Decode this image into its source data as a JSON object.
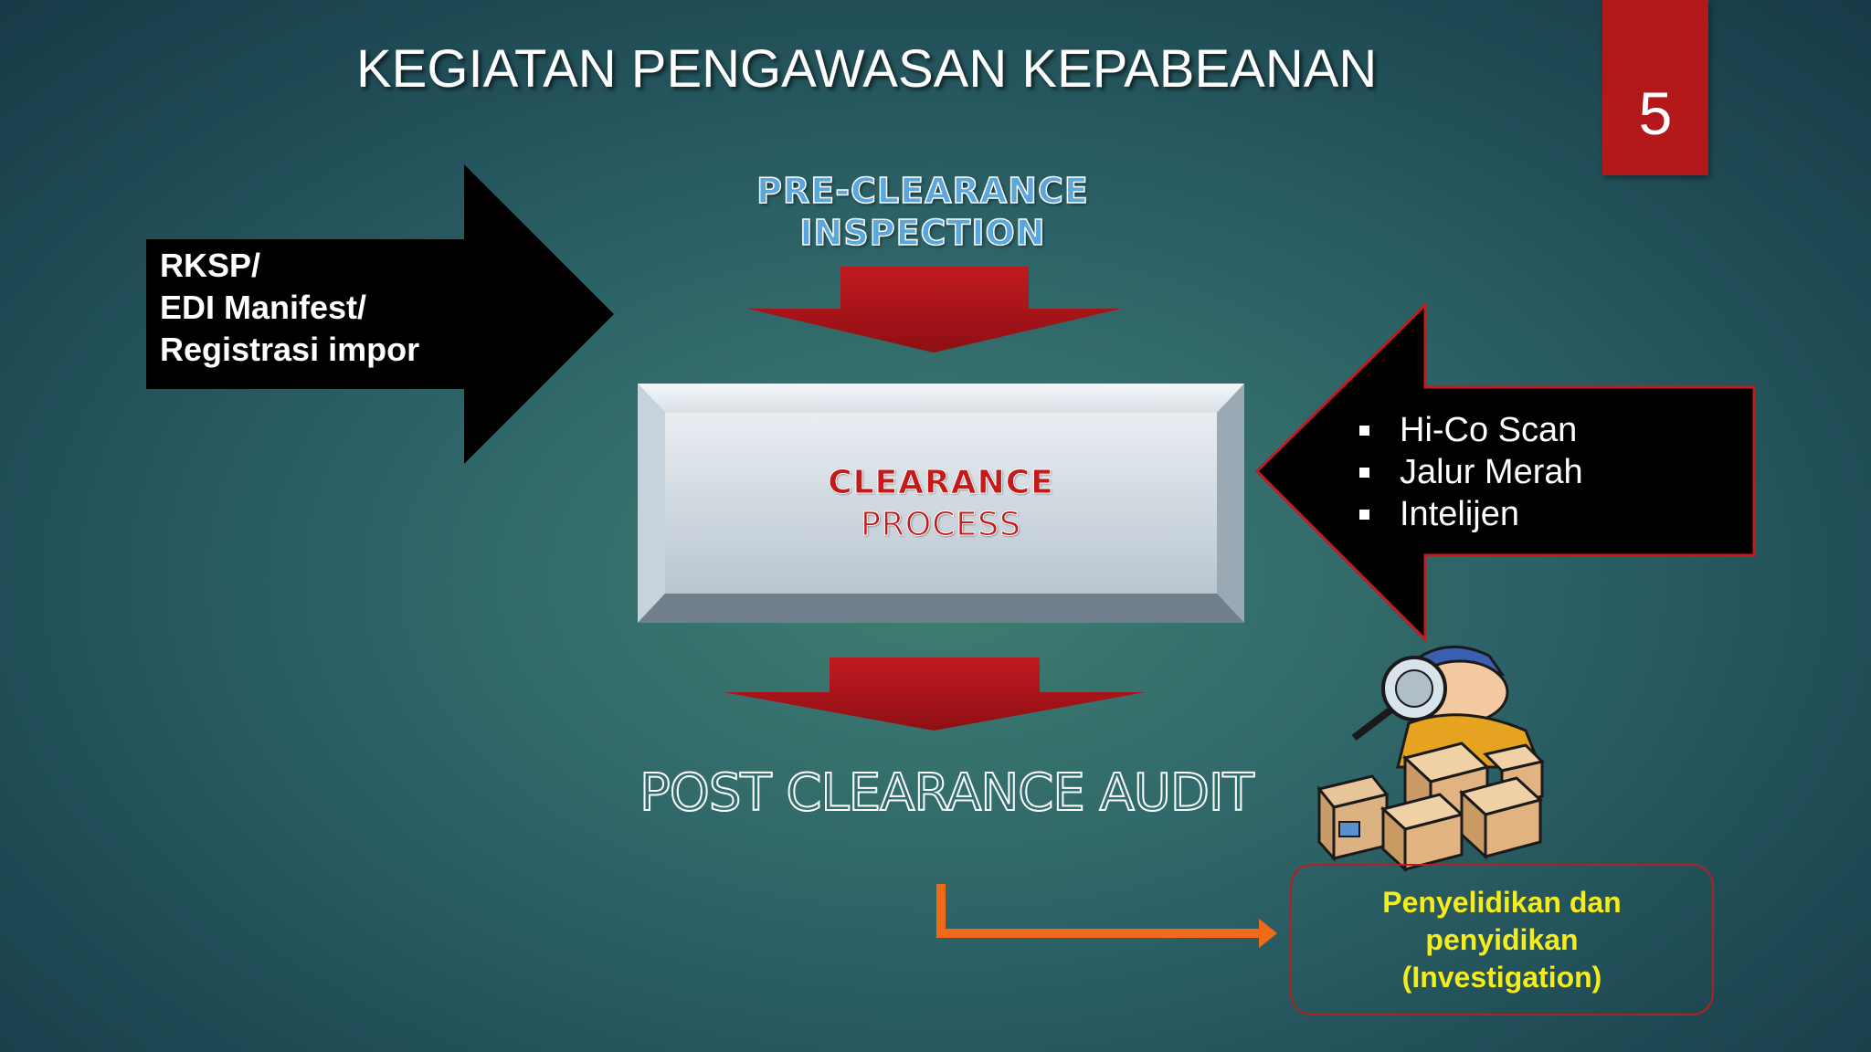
{
  "slide": {
    "title": "KEGIATAN PENGAWASAN KEPABEANAN",
    "page_number": "5"
  },
  "diagram": {
    "left_arrow_lines": [
      "RKSP/",
      "EDI Manifest/",
      "Registrasi impor"
    ],
    "top_label_lines": [
      "PRE-CLEARANCE",
      "INSPECTION"
    ],
    "center_box_lines": [
      "CLEARANCE",
      "PROCESS"
    ],
    "right_arrow_items": [
      "Hi-Co Scan",
      "Jalur Merah",
      "Intelijen"
    ],
    "bottom_label": "POST CLEARANCE AUDIT",
    "investigation_lines": [
      "Penyelidikan dan",
      "penyidikan",
      "(Investigation)"
    ]
  },
  "colors": {
    "accent_red": "#b3191b",
    "arrow_red": "#a8141a",
    "arrow_orange": "#f06a1a",
    "highlight_yellow": "#f5ec1c"
  }
}
